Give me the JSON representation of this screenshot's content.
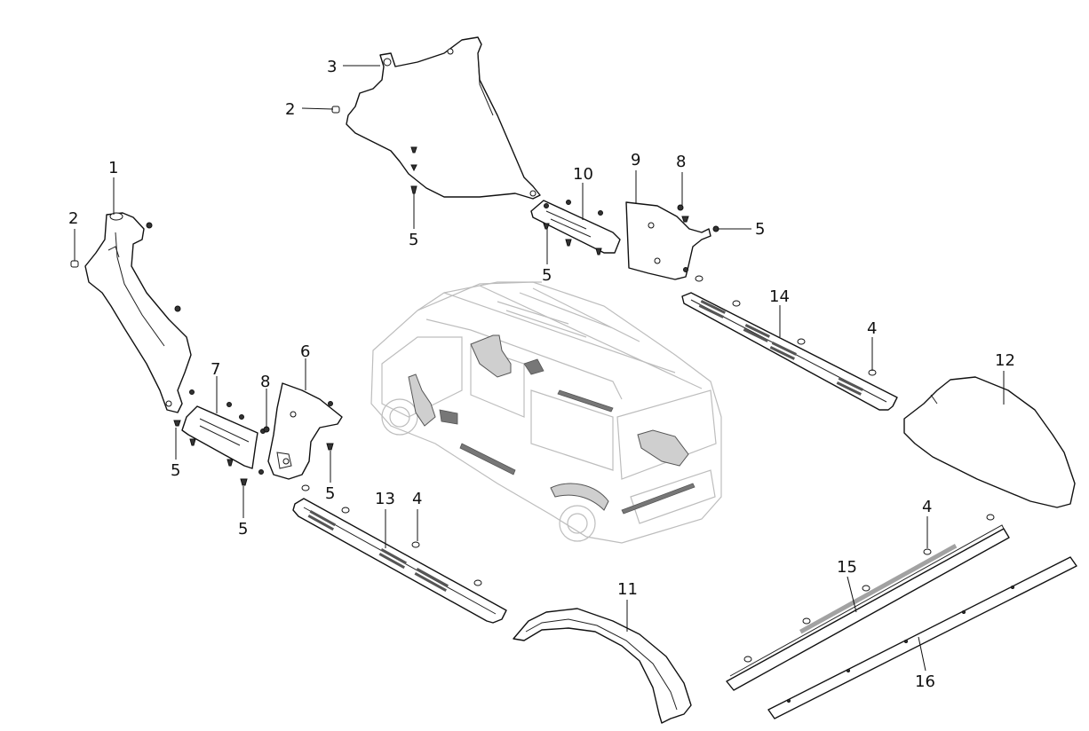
{
  "diagram": {
    "type": "exploded-parts-view",
    "callouts": {
      "c1": "1",
      "c2a": "2",
      "c2b": "2",
      "c3": "3",
      "c4a": "4",
      "c4b": "4",
      "c4c": "4",
      "c5a": "5",
      "c5b": "5",
      "c5c": "5",
      "c5d": "5",
      "c5e": "5",
      "c5f": "5",
      "c6": "6",
      "c7": "7",
      "c8a": "8",
      "c8b": "8",
      "c9": "9",
      "c10": "10",
      "c11": "11",
      "c12": "12",
      "c13": "13",
      "c14": "14",
      "c15": "15",
      "c16": "16"
    },
    "colors": {
      "outline": "#111111",
      "van_outline": "#bdbdbd",
      "highlight": "#cfcfcf"
    }
  }
}
